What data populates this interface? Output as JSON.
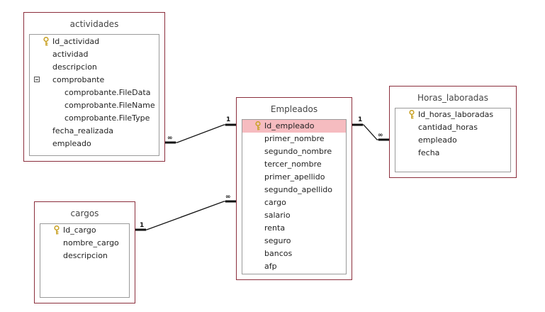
{
  "tables": {
    "actividades": {
      "title": "actividades",
      "fields": [
        "Id_actividad",
        "actividad",
        "descripcion",
        "comprobante",
        "comprobante.FileData",
        "comprobante.FileName",
        "comprobante.FileType",
        "fecha_realizada",
        "empleado"
      ]
    },
    "empleados": {
      "title": "Empleados",
      "fields": [
        "Id_empleado",
        "primer_nombre",
        "segundo_nombre",
        "tercer_nombre",
        "primer_apellido",
        "segundo_apellido",
        "cargo",
        "salario",
        "renta",
        "seguro",
        "bancos",
        "afp"
      ]
    },
    "horas": {
      "title": "Horas_laboradas",
      "fields": [
        "Id_horas_laboradas",
        "cantidad_horas",
        "empleado",
        "fecha"
      ]
    },
    "cargos": {
      "title": "cargos",
      "fields": [
        "Id_cargo",
        "nombre_cargo",
        "descripcion"
      ]
    }
  },
  "relationships": {
    "one_label": "1",
    "many_label": "∞"
  },
  "colors": {
    "table_border": "#8b2e3c",
    "highlight": "#f6bcc0",
    "key_icon": "#c9a227"
  },
  "icons": [
    "key-icon",
    "collapse-icon"
  ]
}
